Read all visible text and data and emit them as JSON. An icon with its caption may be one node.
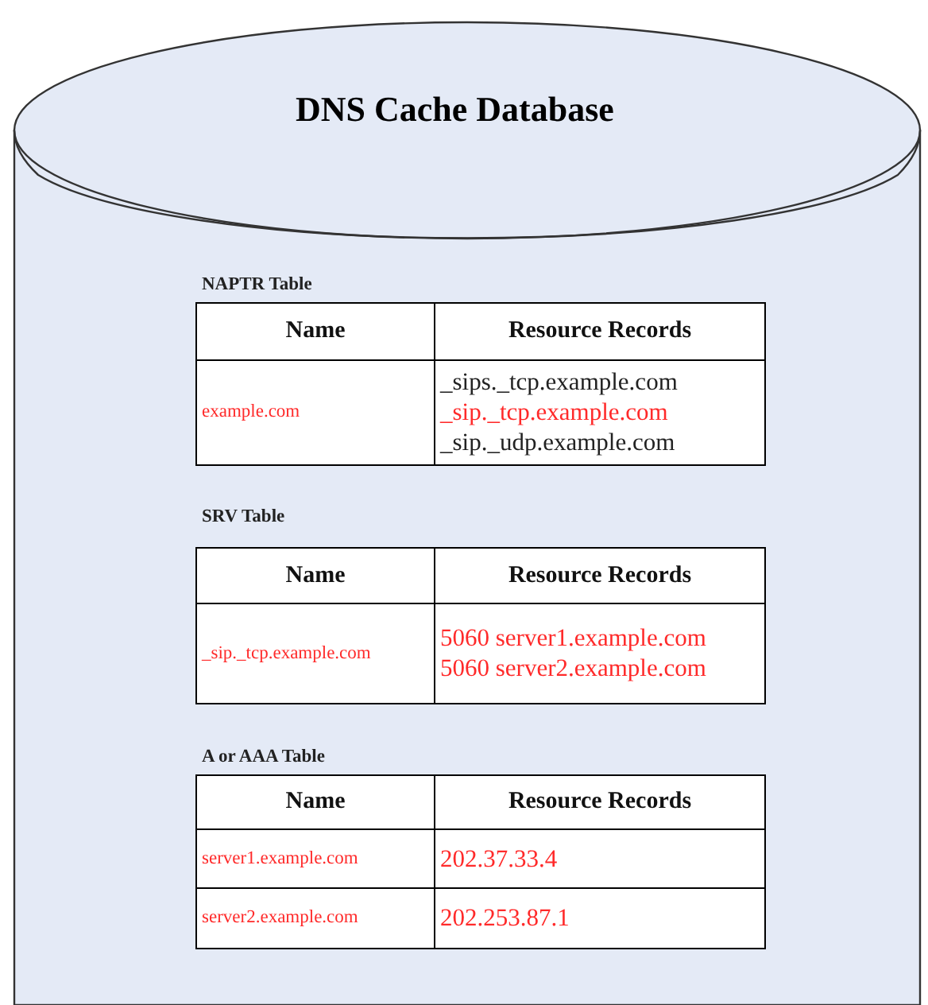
{
  "diagram": {
    "nodes": [
      {
        "text": [
          "DNS Cache Database"
        ]
      },
      {
        "text": [
          "NAPTR Table"
        ],
        "in": 0
      },
      {
        "text": [
          "SRV Table"
        ],
        "in": 0
      },
      {
        "text": [
          "A or AAA Table"
        ],
        "in": 0
      }
    ],
    "labels": [
      "Name",
      "Resource Records",
      "example.com",
      "_sips._tcp.example.com",
      "_sip._tcp.example.com",
      "_sip._udp.example.com",
      "Name",
      "Resource Records",
      "_sip._tcp.example.com",
      "5060 server1.example.com",
      "5060 server2.example.com",
      "Name",
      "Resource Records",
      "server1.example.com",
      "202.37.33.4",
      "server2.example.com",
      "202.253.87.1"
    ]
  }
}
